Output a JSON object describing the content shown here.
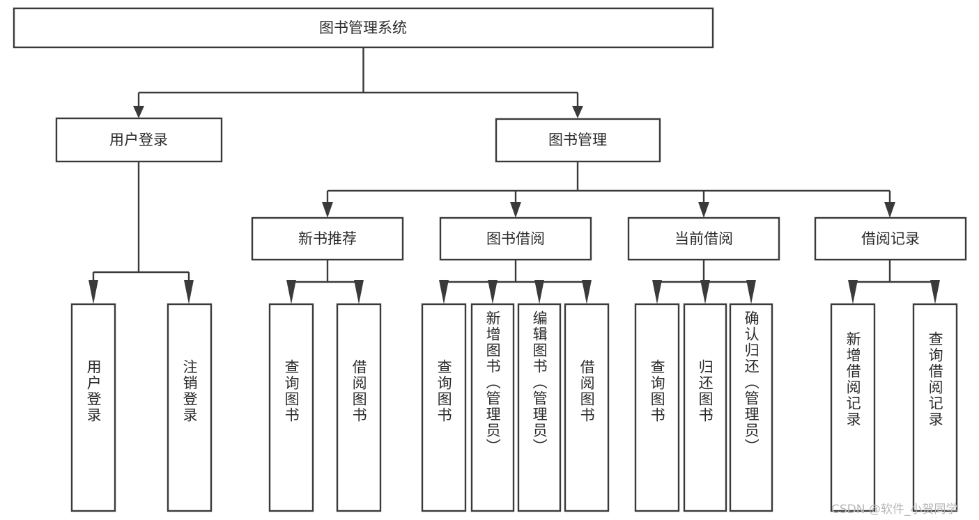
{
  "diagram": {
    "type": "tree",
    "orientation": "top-down",
    "root": {
      "label": "图书管理系统",
      "level": 0
    },
    "level1": [
      {
        "label": "用户登录"
      },
      {
        "label": "图书管理"
      }
    ],
    "level2": [
      {
        "label": "新书推荐",
        "parent": "图书管理"
      },
      {
        "label": "图书借阅",
        "parent": "图书管理"
      },
      {
        "label": "当前借阅",
        "parent": "图书管理"
      },
      {
        "label": "借阅记录",
        "parent": "图书管理"
      }
    ],
    "leaves": {
      "user_login": [
        {
          "label": "用户登录"
        },
        {
          "label": "注销登录"
        }
      ],
      "new_book_recommend": [
        {
          "label": "查询图书"
        },
        {
          "label": "借阅图书"
        }
      ],
      "book_borrow": [
        {
          "label": "查询图书"
        },
        {
          "label": "新增图书（管理员）"
        },
        {
          "label": "编辑图书（管理员）"
        },
        {
          "label": "借阅图书"
        }
      ],
      "current_borrow": [
        {
          "label": "查询图书"
        },
        {
          "label": "归还图书"
        },
        {
          "label": "确认归还（管理员）"
        }
      ],
      "borrow_record": [
        {
          "label": "新增借阅记录"
        },
        {
          "label": "查询借阅记录"
        }
      ]
    }
  },
  "watermark": {
    "text": "CSDN @软件_小贺同学"
  },
  "colors": {
    "stroke": "#3a3a3a",
    "box_fill": "#ffffff",
    "text": "#2b2b2b",
    "background": "#ffffff",
    "watermark": "#b8b8b8"
  }
}
